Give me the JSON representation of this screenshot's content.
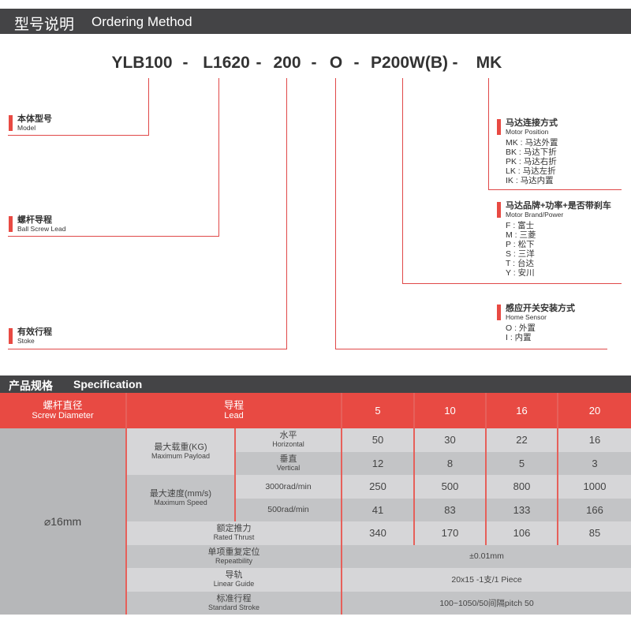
{
  "ordering": {
    "title_zh": "型号说明",
    "title_en": "Ordering Method",
    "code": [
      "YLB100",
      "-",
      "L1620",
      "-",
      "200",
      "-",
      "O",
      "-",
      "P200W(B)",
      "-",
      "MK"
    ],
    "labels": {
      "model": {
        "zh": "本体型号",
        "en": "Model"
      },
      "lead": {
        "zh": "螺杆导程",
        "en": "Ball Screw Lead"
      },
      "stroke": {
        "zh": "有效行程",
        "en": "Stoke"
      },
      "motor_position": {
        "zh": "马达连接方式",
        "en": "Motor Position",
        "options": [
          "MK : 马达外置",
          "BK : 马达下折",
          "PK : 马达右折",
          "LK : 马达左折",
          "IK : 马达内置"
        ]
      },
      "motor_brand": {
        "zh": "马达品牌+功率+是否带刹车",
        "en": "Motor Brand/Power",
        "options": [
          "F : 富士",
          "M : 三菱",
          "P : 松下",
          "S : 三洋",
          "T : 台达",
          "Y : 安川"
        ]
      },
      "home_sensor": {
        "zh": "感应开关安装方式",
        "en": "Home Sensor",
        "options": [
          "O : 外置",
          "I  : 内置"
        ]
      }
    }
  },
  "spec": {
    "title_zh": "产品规格",
    "title_en": "Specification",
    "header": {
      "diameter_zh": "螺杆直径",
      "diameter_en": "Screw Diameter",
      "lead_zh": "导程",
      "lead_en": "Lead",
      "leads": [
        "5",
        "10",
        "16",
        "20"
      ]
    },
    "diameter": "⌀16mm",
    "payload": {
      "zh": "最大载重(KG)",
      "en": "Maximum Payload",
      "horizontal_zh": "水平",
      "horizontal_en": "Horizontal",
      "vertical_zh": "垂直",
      "vertical_en": "Vertical",
      "horizontal": [
        "50",
        "30",
        "22",
        "16"
      ],
      "vertical": [
        "12",
        "8",
        "5",
        "3"
      ]
    },
    "speed": {
      "zh": "最大速度(mm/s)",
      "en": "Maximum Speed",
      "r3000": "3000rad/min",
      "r500": "500rad/min",
      "v3000": [
        "250",
        "500",
        "800",
        "1000"
      ],
      "v500": [
        "41",
        "83",
        "133",
        "166"
      ]
    },
    "thrust": {
      "zh": "额定推力",
      "en": "Rated Thrust",
      "values": [
        "340",
        "170",
        "106",
        "85"
      ]
    },
    "repeat": {
      "zh": "单项重复定位",
      "en": "Repeatbility",
      "value": "±0.01mm"
    },
    "guide": {
      "zh": "导轨",
      "en": "Linear Guide",
      "value": "20x15 -1支/1 Piece"
    },
    "stroke": {
      "zh": "标准行程",
      "en": "Standard Stroke",
      "value": "100~1050/50间隔pitch 50"
    }
  }
}
